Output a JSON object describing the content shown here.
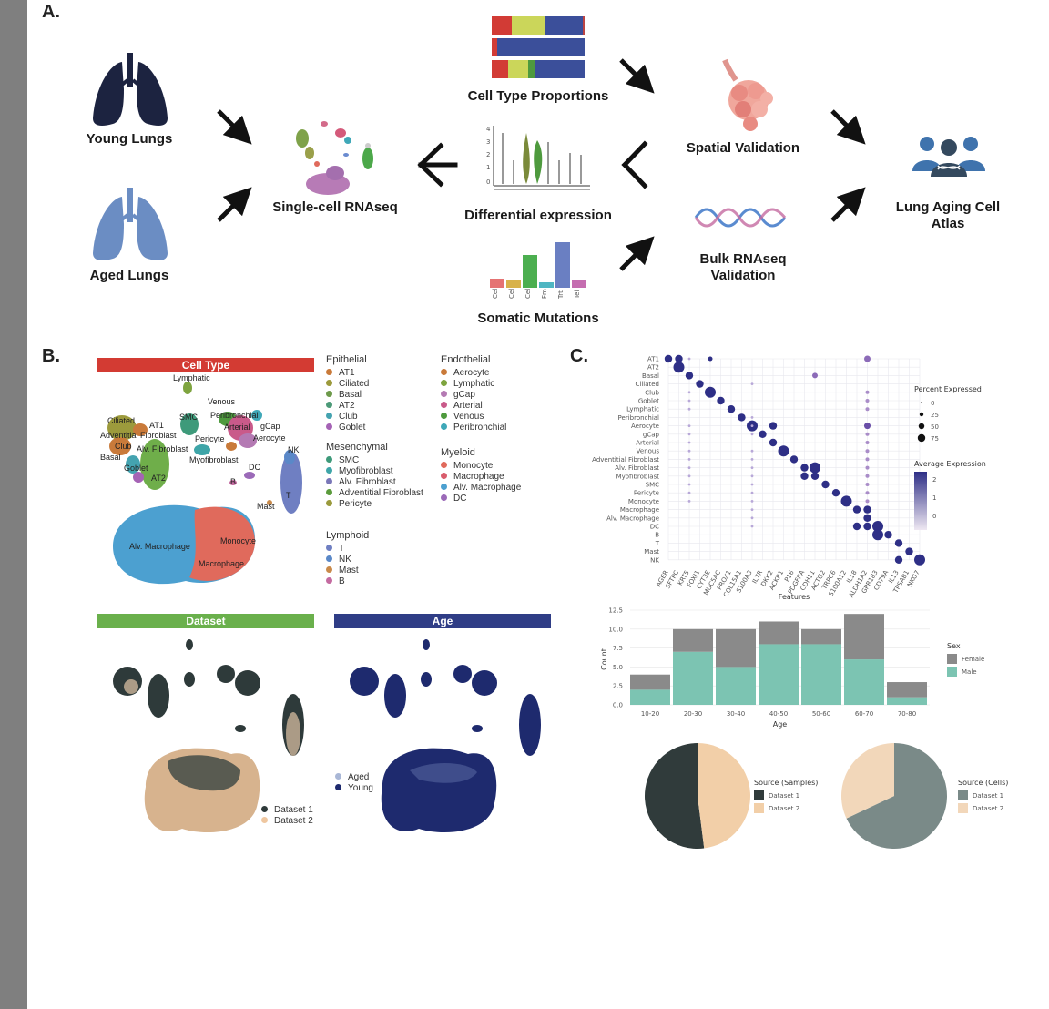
{
  "panels": {
    "a": "A.",
    "b": "B.",
    "c": "C."
  },
  "panel_a": {
    "young": "Young Lungs",
    "aged": "Aged Lungs",
    "scrna": "Single-cell RNAseq",
    "proportions": "Cell Type Proportions",
    "diffexp": "Differential expression",
    "somatic": "Somatic Mutations",
    "spatial": "Spatial Validation",
    "bulk": "Bulk RNAseq Validation",
    "atlas": "Lung Aging Cell Atlas",
    "somatic_ticks": [
      "Cel",
      "Cel",
      "Cel",
      "Fm",
      "Trt",
      "Tel"
    ],
    "violin_ticks": [
      "4",
      "3",
      "2",
      "1",
      "0"
    ],
    "colors": {
      "young": "#1c2340",
      "aged": "#6b8dc3",
      "arrow": "#111111"
    }
  },
  "panel_b": {
    "celltype_header": "Cell Type",
    "dataset_header": "Dataset",
    "age_header": "Age",
    "header_colors": {
      "celltype": "#d33b33",
      "dataset": "#6ab04c",
      "age": "#2f3d86"
    },
    "umap_labels": [
      "Lymphatic",
      "Venous",
      "Peribronchial",
      "Ciliated",
      "AT1",
      "SMC",
      "Arterial",
      "gCap",
      "Adventitial Fibroblast",
      "Pericyte",
      "Aerocyte",
      "Club",
      "Alv. Fibroblast",
      "NK",
      "Basal",
      "Myofibroblast",
      "Goblet",
      "DC",
      "AT2",
      "B",
      "T",
      "Mast",
      "Alv. Macrophage",
      "Monocyte",
      "Macrophage"
    ],
    "legend": [
      {
        "title": "Epithelial",
        "items": [
          [
            "AT1",
            "#c97a3a"
          ],
          [
            "Ciliated",
            "#9c9a3c"
          ],
          [
            "Basal",
            "#6d9a4a"
          ],
          [
            "AT2",
            "#4c9a78"
          ],
          [
            "Club",
            "#44a3b0"
          ],
          [
            "Goblet",
            "#a563b5"
          ]
        ]
      },
      {
        "title": "Endothelial",
        "items": [
          [
            "Aerocyte",
            "#c97a3a"
          ],
          [
            "Lymphatic",
            "#7ea43f"
          ],
          [
            "gCap",
            "#b47ab3"
          ],
          [
            "Arterial",
            "#c95a8a"
          ],
          [
            "Venous",
            "#4e9a3e"
          ],
          [
            "Peribronchial",
            "#3fa8b8"
          ]
        ]
      },
      {
        "title": "Mesenchymal",
        "items": [
          [
            "SMC",
            "#3e9a7a"
          ],
          [
            "Myofibroblast",
            "#3ea5a8"
          ],
          [
            "Alv. Fibroblast",
            "#7a77b8"
          ],
          [
            "Adventitial Fibroblast",
            "#5b9b3c"
          ],
          [
            "Pericyte",
            "#9a9a3c"
          ]
        ]
      },
      {
        "title": "Myeloid",
        "items": [
          [
            "Monocyte",
            "#e06a5c"
          ],
          [
            "Macrophage",
            "#d95c6c"
          ],
          [
            "Alv. Macrophage",
            "#4ca0d0"
          ],
          [
            "DC",
            "#9b6ab8"
          ]
        ]
      },
      {
        "title": "Lymphoid",
        "items": [
          [
            "T",
            "#6f7fc2"
          ],
          [
            "NK",
            "#5a88c8"
          ],
          [
            "Mast",
            "#c98a4a"
          ],
          [
            "B",
            "#c46aa0"
          ]
        ]
      }
    ],
    "dataset_legend": [
      [
        "Dataset 1",
        "#2e3a3a"
      ],
      [
        "Dataset 2",
        "#efc7a0"
      ]
    ],
    "age_legend": [
      [
        "Aged",
        "#a9b7d6"
      ],
      [
        "Young",
        "#1e2a6e"
      ]
    ]
  },
  "chart_data": [
    {
      "type": "scatter",
      "subtype": "dotplot",
      "xlabel": "Features",
      "features": [
        "AGER",
        "SFTPC",
        "KRT5",
        "FOXJ1",
        "CYT3E",
        "MUC5AC",
        "PROX1",
        "COL15A1",
        "S100A3",
        "IL7R",
        "DKK2",
        "ACKR1",
        "P16",
        "PDGFRA",
        "CDH11",
        "ACTG2",
        "TRPC6",
        "S100A12",
        "IL18",
        "ALDH1A2",
        "GPR183",
        "CD79A",
        "IL13",
        "TPSAB1",
        "NKG7"
      ],
      "celltypes": [
        "AT1",
        "AT2",
        "Basal",
        "Ciliated",
        "Club",
        "Goblet",
        "Lymphatic",
        "Peribronchial",
        "Aerocyte",
        "gCap",
        "Arterial",
        "Venous",
        "Adventitial Fibroblast",
        "Alv. Fibroblast",
        "Myofibroblast",
        "SMC",
        "Pericyte",
        "Monocyte",
        "Macrophage",
        "Alv. Macrophage",
        "DC",
        "B",
        "T",
        "Mast",
        "NK"
      ],
      "size_legend_title": "Percent Expressed",
      "size_legend": [
        "0",
        "25",
        "50",
        "75"
      ],
      "color_legend_title": "Average Expression",
      "color_legend": [
        "2",
        "1",
        "0"
      ]
    },
    {
      "type": "bar",
      "stacked": true,
      "categories": [
        "10-20",
        "20-30",
        "30-40",
        "40-50",
        "50-60",
        "60-70",
        "70-80"
      ],
      "series": [
        {
          "name": "Male",
          "values": [
            2,
            7,
            5,
            8,
            8,
            6,
            1
          ],
          "color": "#7cc4b2"
        },
        {
          "name": "Female",
          "values": [
            2,
            3,
            5,
            3,
            2,
            6,
            2
          ],
          "color": "#8a8a8a"
        }
      ],
      "xlabel": "Age",
      "ylabel": "Count",
      "ylim": [
        0,
        12.5
      ],
      "yticks": [
        "0.0",
        "2.5",
        "5.0",
        "7.5",
        "10.0",
        "12.5"
      ],
      "legend_title": "Sex",
      "legend": [
        "Female",
        "Male"
      ]
    },
    {
      "type": "pie",
      "labels": [
        "Dataset 1",
        "Dataset 2"
      ],
      "values": [
        52,
        48
      ],
      "colors": [
        "#303b3b",
        "#f2cfa8"
      ],
      "legend_title": "Source (Samples)"
    },
    {
      "type": "pie",
      "labels": [
        "Dataset 1",
        "Dataset 2"
      ],
      "values": [
        68,
        32
      ],
      "colors": [
        "#7a8a88",
        "#f2d7ba"
      ],
      "legend_title": "Source (Cells)"
    }
  ]
}
